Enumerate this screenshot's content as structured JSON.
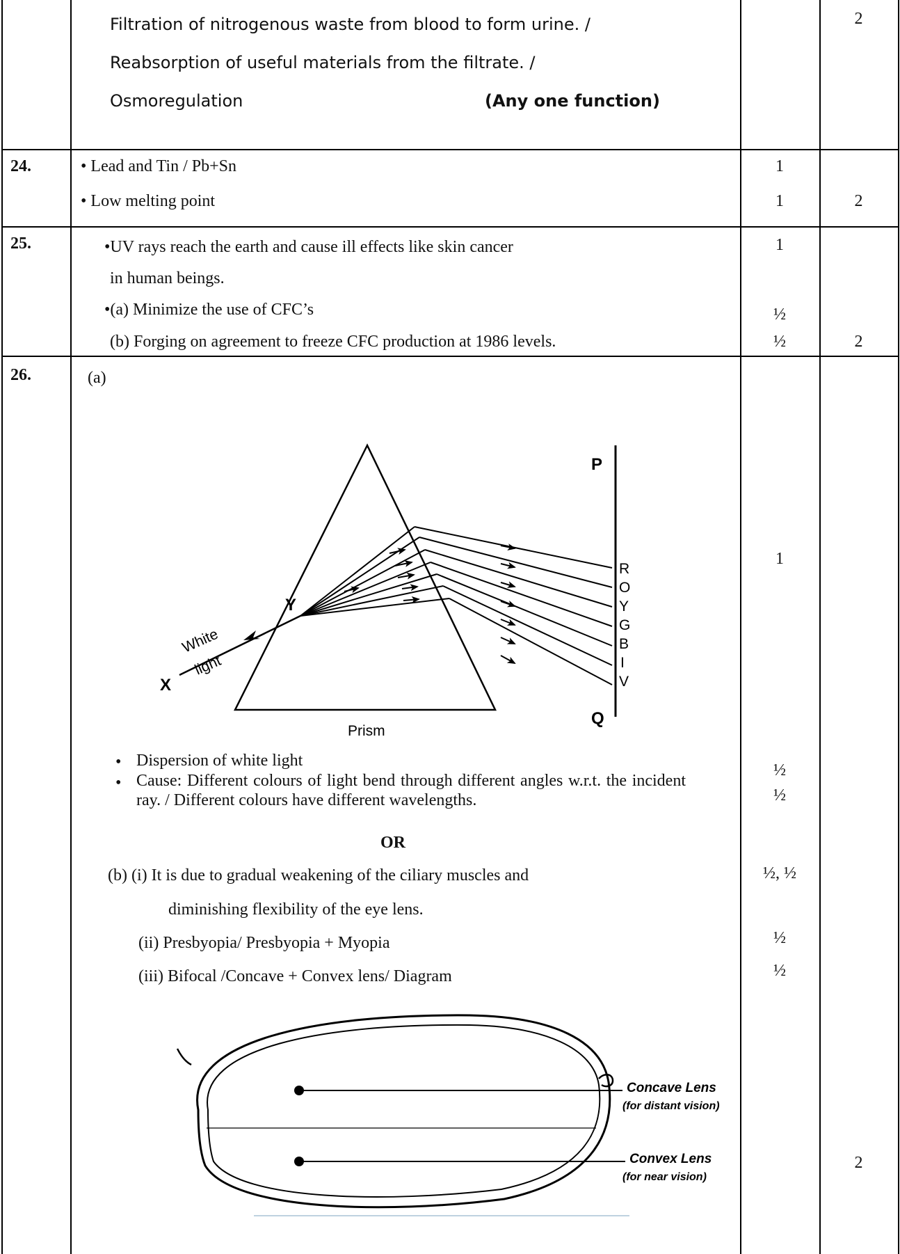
{
  "row_top": {
    "lines": [
      "Filtration of nitrogenous waste from blood to form urine. /",
      "Reabsorption of useful materials from the filtrate.  /",
      "Osmoregulation"
    ],
    "note": "(Any one function)",
    "total": "2"
  },
  "q24": {
    "number": "24.",
    "items": [
      "Lead and Tin / Pb+Sn",
      "Low melting point"
    ],
    "marks": [
      "1",
      "1"
    ],
    "total": "2"
  },
  "q25": {
    "number": "25.",
    "line1": "•UV rays reach the earth and cause ill effects like skin cancer",
    "line2": "in human beings.",
    "line3": "•(a) Minimize the use of CFC’s",
    "line4": "(b) Forging on agreement to freeze CFC production at 1986 levels.",
    "marks": [
      "1",
      "½",
      "½"
    ],
    "total": "2"
  },
  "q26": {
    "number": "26.",
    "part_a": "(a)",
    "prism_diagram": {
      "label_x": "X",
      "label_y": "Y",
      "label_white": "White",
      "label_light": "light",
      "label_prism": "Prism",
      "label_p": "P",
      "label_q": "Q",
      "spectrum": [
        "R",
        "O",
        "Y",
        "G",
        "B",
        "I",
        "V"
      ]
    },
    "mark_diagram": "1",
    "bullet1": "Dispersion of white light",
    "bullet2": "Cause: Different colours of light bend through different angles w.r.t. the incident ray. / Different colours have different wavelengths.",
    "marks_bullets": [
      "½",
      "½"
    ],
    "or": "OR",
    "b_line1": "(b)  (i)  It is due to gradual weakening of the ciliary muscles and",
    "b_line2": "diminishing flexibility of the eye lens.",
    "b_line3": "(ii)  Presbyopia/ Presbyopia + Myopia",
    "b_line4": "(iii) Bifocal /Concave + Convex lens/ Diagram",
    "marks_b": [
      "½, ½",
      "½",
      "½"
    ],
    "lens_diagram": {
      "concave_title": "Concave Lens",
      "concave_note": "(for distant vision)",
      "convex_title": "Convex Lens",
      "convex_note": "(for near vision)"
    },
    "total": "2"
  }
}
